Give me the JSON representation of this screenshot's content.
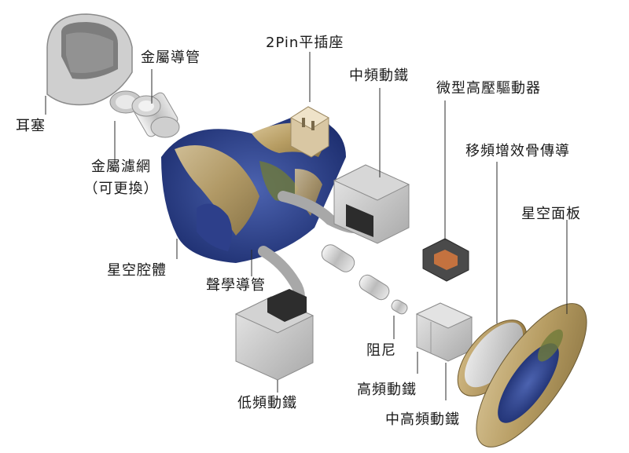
{
  "labels": {
    "eartip": "耳塞",
    "metal_nozzle": "金屬導管",
    "metal_filter_line1": "金屬濾網",
    "metal_filter_line2": "（可更換）",
    "shell": "星空腔體",
    "acoustic_tube": "聲學導管",
    "pin_socket": "2Pin平插座",
    "mid_ba": "中頻動鐵",
    "micro_dd": "微型高壓驅動器",
    "bone_conduction": "移頻增效骨傳導",
    "faceplate": "星空面板",
    "damper": "阻尼",
    "high_ba": "高頻動鐵",
    "mid_high_ba": "中高頻動鐵",
    "low_ba": "低頻動鐵"
  }
}
